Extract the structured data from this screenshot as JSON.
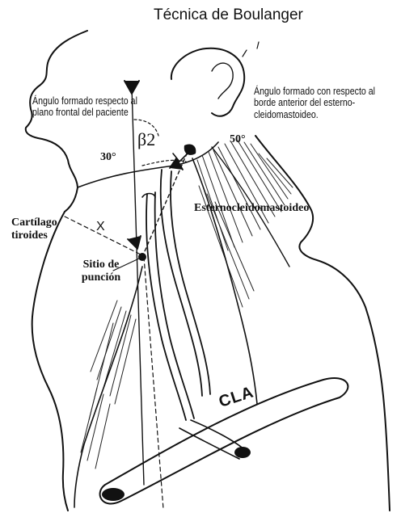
{
  "figure": {
    "title": "Técnica de Boulanger",
    "labels": {
      "left_angle_note": "Ángulo formado respecto al plano frontal del paciente",
      "right_angle_note": "Ángulo formado con respecto al borde anterior del esterno-cleidomastoideo.",
      "angle_30": "30°",
      "angle_50": "50°",
      "muscle": "Esternocleidomastoideo",
      "cartilage": "Cartílago tiroides",
      "puncture_site": "Sitio de punción",
      "beta": "β2",
      "clavicle": "CLA",
      "x_mark": "X"
    }
  }
}
